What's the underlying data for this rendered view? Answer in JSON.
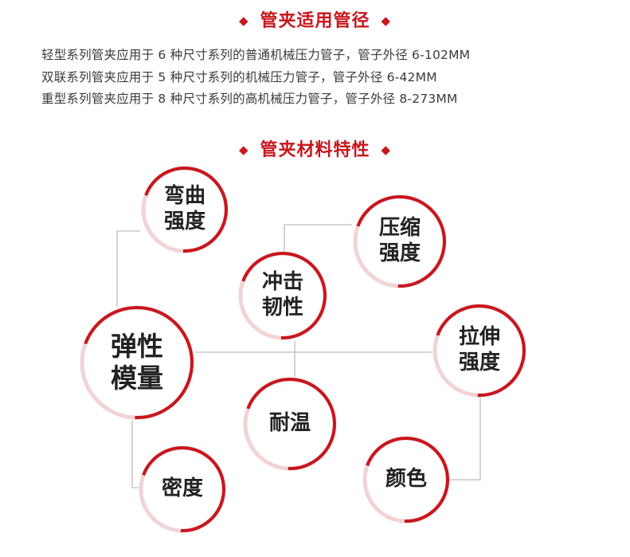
{
  "section1": {
    "title": "管夹适用管径",
    "diamond": "◆",
    "lines": [
      "轻型系列管夹应用于 6 种尺寸系列的普通机械压力管子，管子外径 6-102MM",
      "双联系列管夹应用于 5 种尺寸系列的机械压力管子，管子外径 6-42MM",
      "重型系列管夹应用于 8 种尺寸系列的高机械压力管子，管子外径 8-273MM"
    ]
  },
  "section2": {
    "title": "管夹材料特性",
    "diamond": "◆"
  },
  "diagram": {
    "nodes": {
      "elastic_modulus": [
        "弹性",
        "模量"
      ],
      "bending_strength": [
        "弯曲",
        "强度"
      ],
      "compressive_strength": [
        "压缩",
        "强度"
      ],
      "impact_toughness": [
        "冲击",
        "韧性"
      ],
      "tensile_strength": [
        "拉伸",
        "强度"
      ],
      "heat_resistance": [
        "耐温"
      ],
      "density": [
        "密度"
      ],
      "color": [
        "颜色"
      ]
    }
  },
  "colors": {
    "accent": "#c8161d",
    "ring_light": "#f2d4d4",
    "connector": "#bdbdbd",
    "text": "#3a3a3a"
  }
}
